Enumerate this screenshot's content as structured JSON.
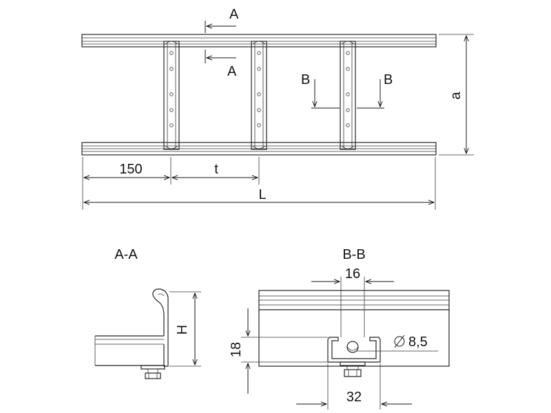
{
  "top_view": {
    "section_a_label_top": "A",
    "section_a_label_bottom": "A",
    "section_b_label_left": "B",
    "section_b_label_right": "B",
    "dim_height": "a",
    "dim_first_rung": "150",
    "dim_pitch": "t",
    "dim_length": "L"
  },
  "section_aa": {
    "title": "A-A",
    "dim_height": "H"
  },
  "section_bb": {
    "title": "B-B",
    "dim_slot_width": "16",
    "dim_rung_height": "18",
    "dim_hole": "8,5",
    "dim_channel_width": "32"
  }
}
